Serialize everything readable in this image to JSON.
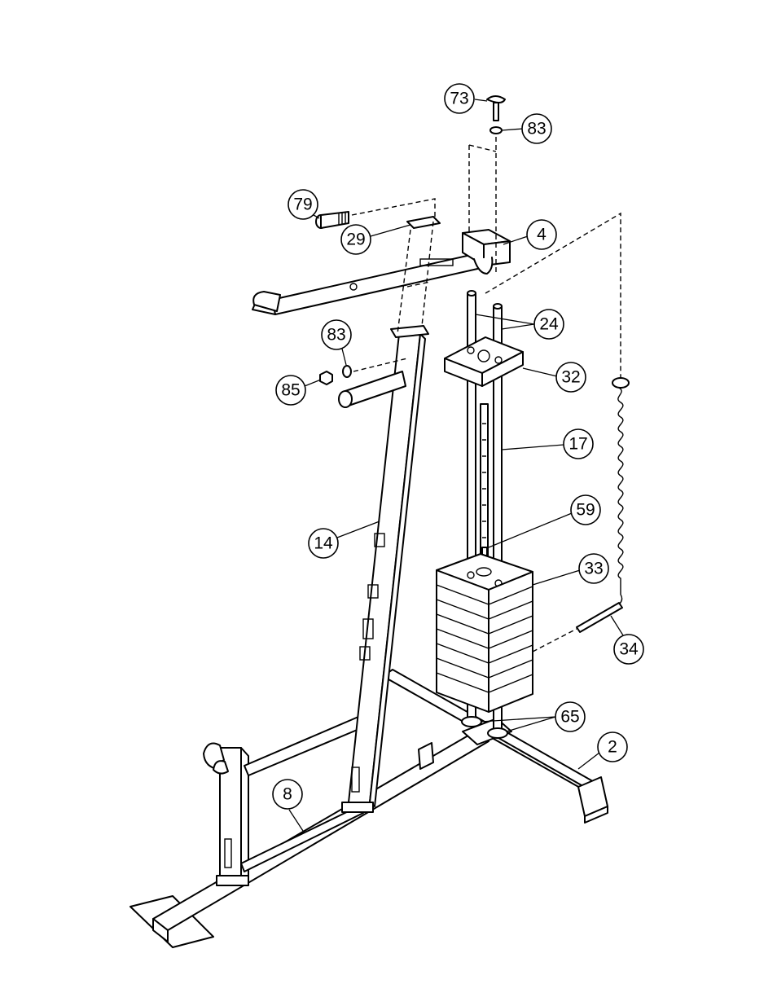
{
  "diagram": {
    "callouts": [
      {
        "id": "c73",
        "label": "73"
      },
      {
        "id": "c83a",
        "label": "83"
      },
      {
        "id": "c79",
        "label": "79"
      },
      {
        "id": "c29",
        "label": "29"
      },
      {
        "id": "c4",
        "label": "4"
      },
      {
        "id": "c24",
        "label": "24"
      },
      {
        "id": "c83b",
        "label": "83"
      },
      {
        "id": "c85",
        "label": "85"
      },
      {
        "id": "c32",
        "label": "32"
      },
      {
        "id": "c17",
        "label": "17"
      },
      {
        "id": "c59",
        "label": "59"
      },
      {
        "id": "c14",
        "label": "14"
      },
      {
        "id": "c33",
        "label": "33"
      },
      {
        "id": "c34",
        "label": "34"
      },
      {
        "id": "c65",
        "label": "65"
      },
      {
        "id": "c2",
        "label": "2"
      },
      {
        "id": "c8",
        "label": "8"
      }
    ]
  }
}
